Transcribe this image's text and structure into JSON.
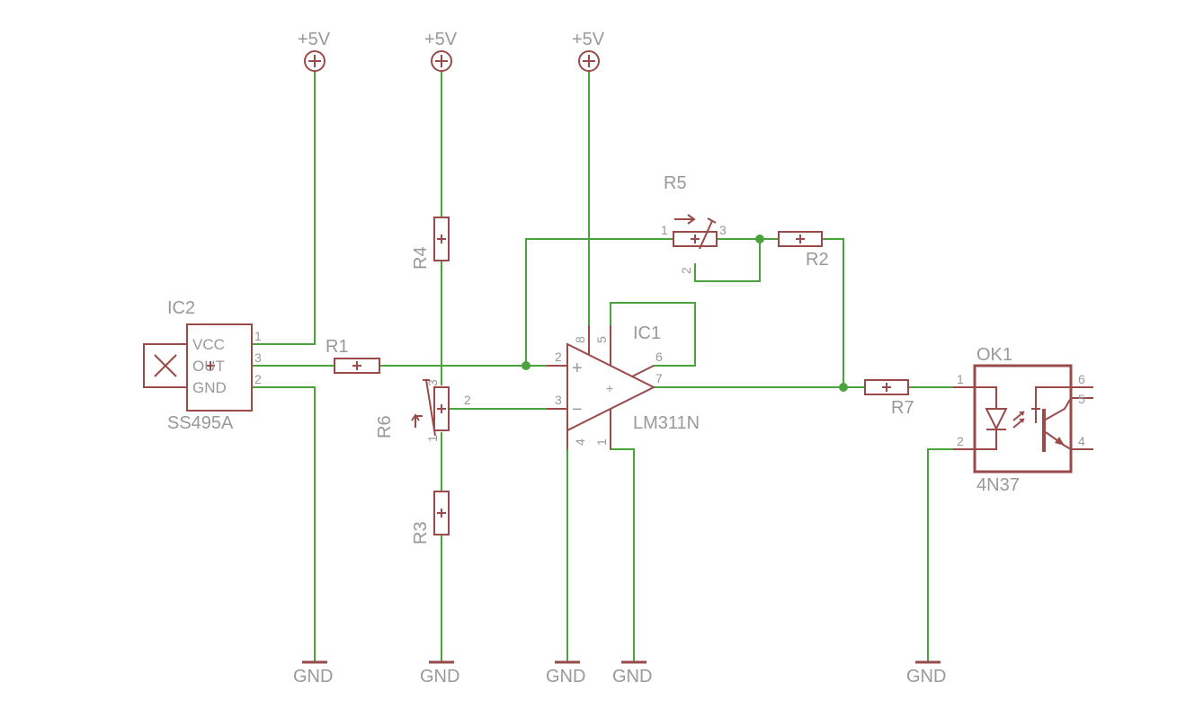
{
  "supplies": {
    "vcc": "+5V",
    "gnd": "GND"
  },
  "ic2": {
    "ref": "IC2",
    "part": "SS495A",
    "pins": {
      "vcc_label": "VCC",
      "out_label": "OUT",
      "gnd_label": "GND",
      "p1": "1",
      "p3": "3",
      "p2": "2"
    }
  },
  "ic1": {
    "ref": "IC1",
    "part": "LM311N",
    "pins": {
      "p8": "8",
      "p5": "5",
      "p6": "6",
      "p2": "2",
      "p3": "3",
      "p7": "7",
      "p4": "4",
      "p1": "1"
    }
  },
  "ok1": {
    "ref": "OK1",
    "part": "4N37",
    "pins": {
      "p1": "1",
      "p2": "2",
      "p6": "6",
      "p5": "5",
      "p4": "4"
    }
  },
  "resistors": {
    "r1": "R1",
    "r2": "R2",
    "r3": "R3",
    "r4": "R4",
    "r7": "R7"
  },
  "pots": {
    "r5": {
      "ref": "R5",
      "p1": "1",
      "p2": "2",
      "p3": "3"
    },
    "r6": {
      "ref": "R6",
      "p1": "1",
      "p2": "2",
      "p3": "3"
    }
  },
  "marks": {
    "plus": "+",
    "minus": "−"
  }
}
